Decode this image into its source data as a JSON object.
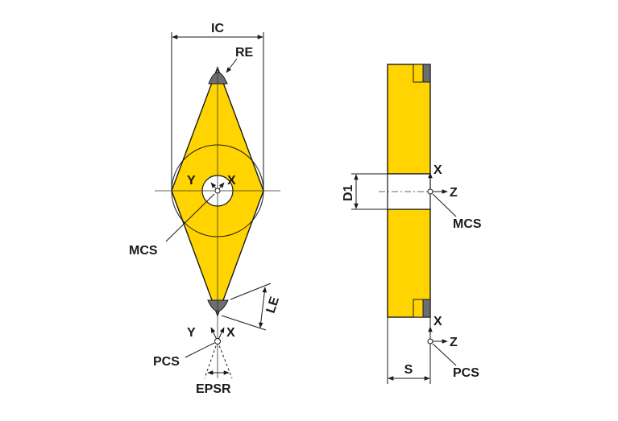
{
  "colors": {
    "insert_fill": "#FFD400",
    "tip_fill": "#6D6E71",
    "line": "#1A1A1A",
    "background": "#FFFFFF"
  },
  "front_view": {
    "ic": "IC",
    "re": "RE",
    "y_axis": "Y",
    "x_axis": "X",
    "mcs": "MCS",
    "le": "LE",
    "pcs_y": "Y",
    "pcs_x": "X",
    "pcs": "PCS",
    "epsr": "EPSR"
  },
  "side_view": {
    "d1": "D1",
    "x_axis": "X",
    "z_axis": "Z",
    "mcs": "MCS",
    "pcs_x": "X",
    "pcs_z": "Z",
    "pcs": "PCS",
    "s": "S"
  }
}
